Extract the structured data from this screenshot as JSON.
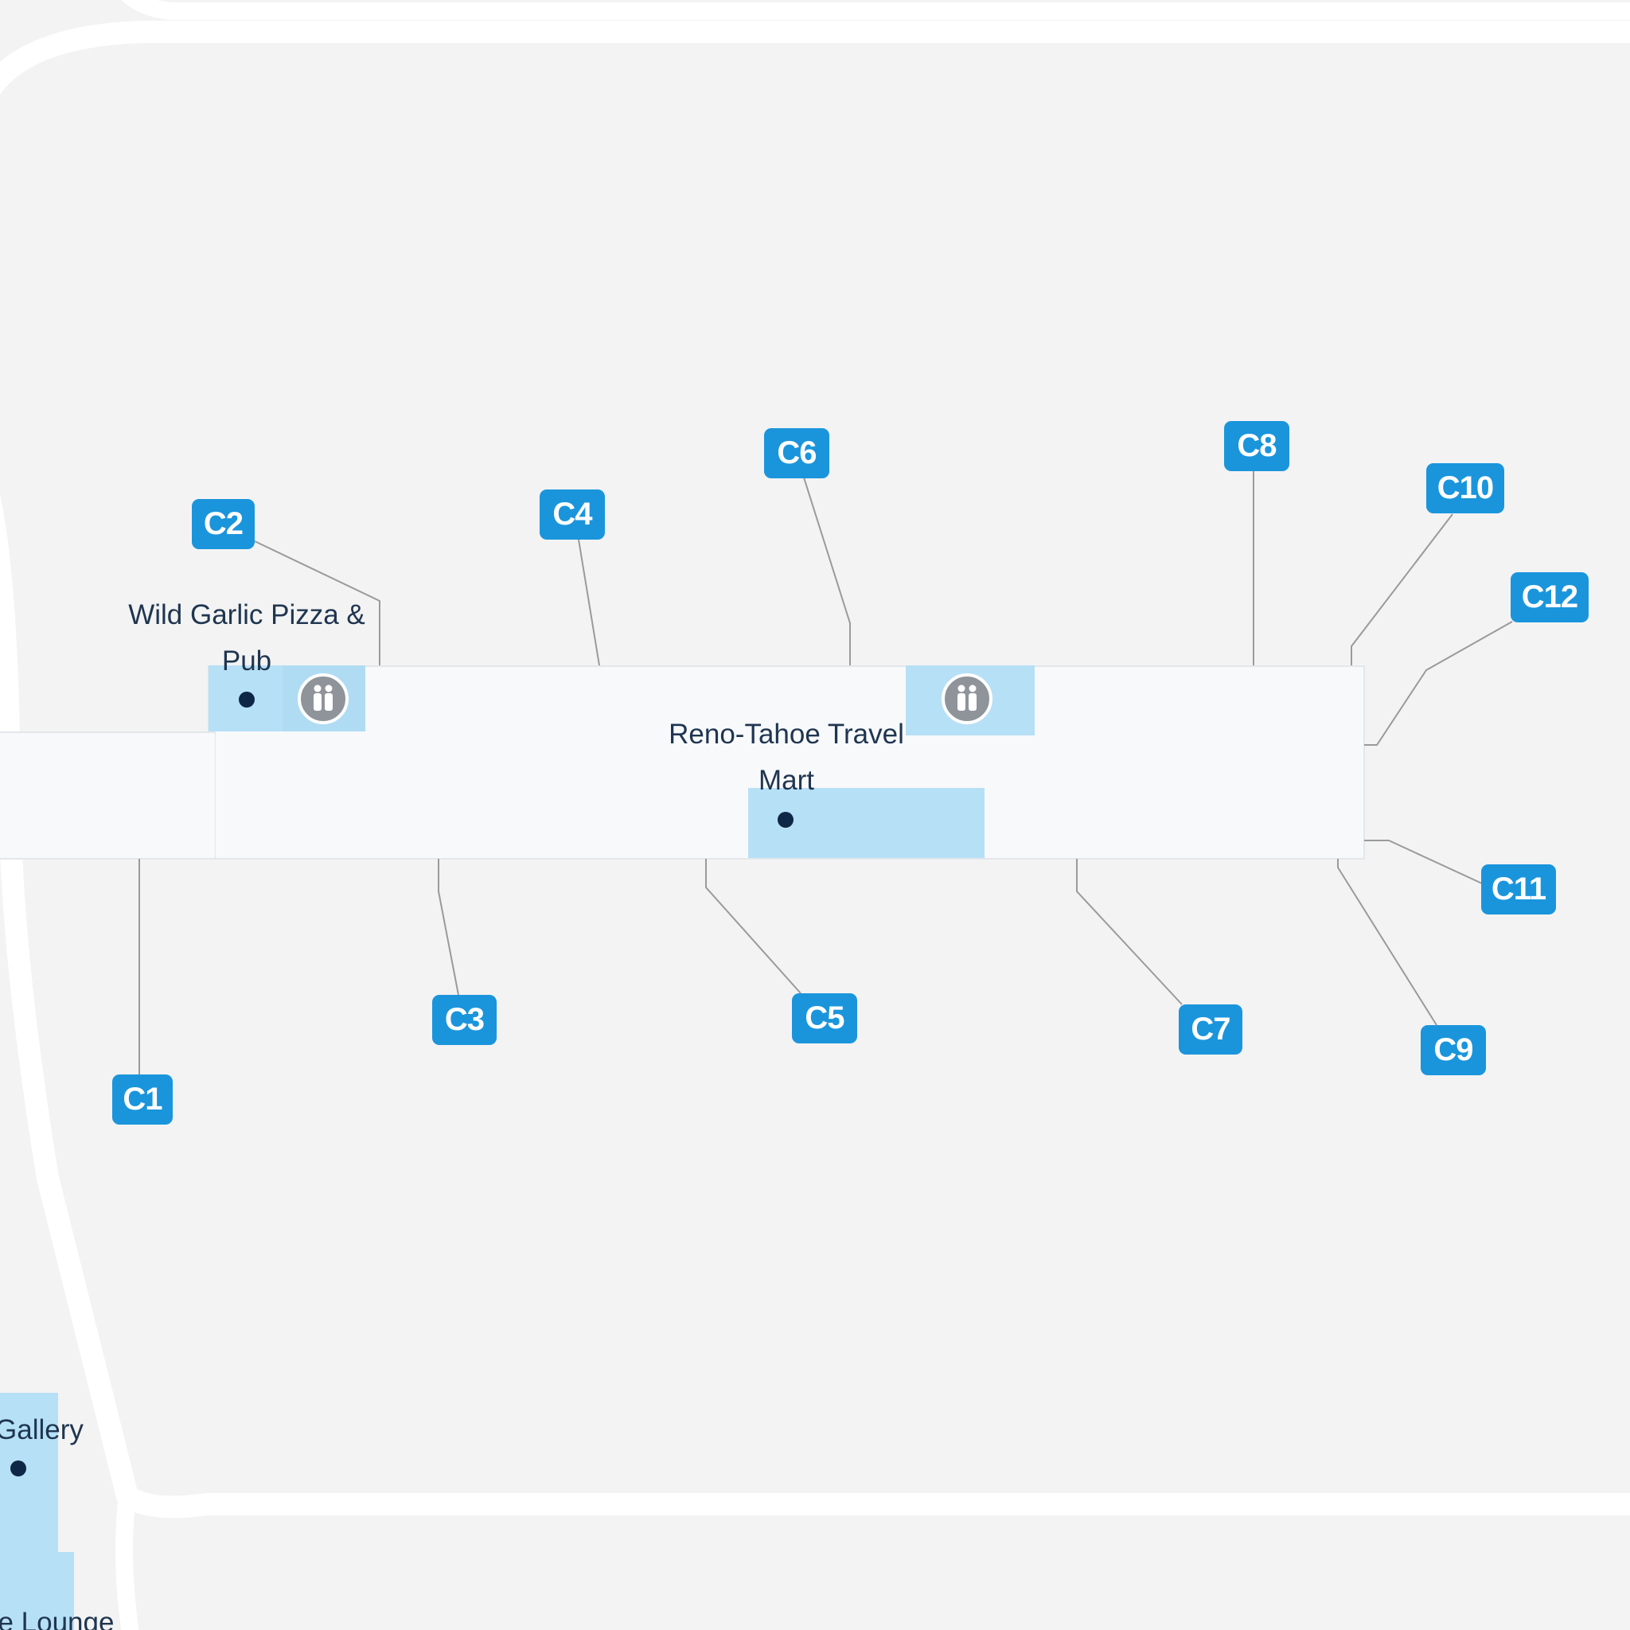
{
  "colors": {
    "background": "#f3f3f3",
    "road": "#ffffff",
    "concourse": "#f8f9fb",
    "venue_fill": "#b6e0f6",
    "gate_badge": "#1a95dc",
    "gate_text": "#ffffff",
    "label_text": "#1f3550",
    "poi_dot": "#0f2747",
    "restroom": "#8e9499",
    "connector": "#9a9a9a"
  },
  "gates": [
    "C1",
    "C2",
    "C3",
    "C4",
    "C5",
    "C6",
    "C7",
    "C8",
    "C9",
    "C10",
    "C11",
    "C12"
  ],
  "places": {
    "wild_garlic": "Wild Garlic Pizza &\nPub",
    "travel_mart": "Reno-Tahoe Travel\nMart",
    "gallery": "Gallery",
    "lounge": "ne Lounge"
  },
  "icons": {
    "restroom": "restroom-icon",
    "place": "poi-dot"
  }
}
